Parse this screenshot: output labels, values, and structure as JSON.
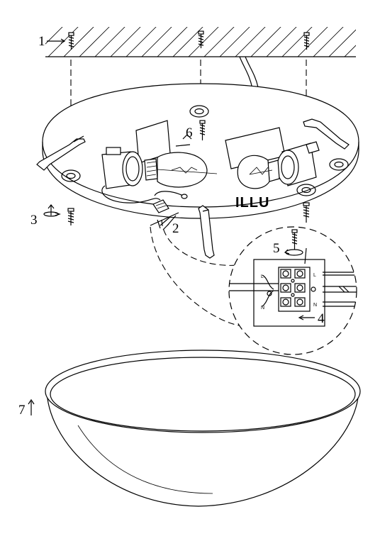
{
  "callouts": {
    "c1": "1",
    "c2": "2",
    "c3": "3",
    "c4": "4",
    "c5": "5",
    "c6": "6",
    "c7": "7"
  },
  "brand_label": "ILLU",
  "terminal_labels": {
    "l_left": "L",
    "n_left": "N",
    "l_right": "L",
    "n_right": "N"
  }
}
